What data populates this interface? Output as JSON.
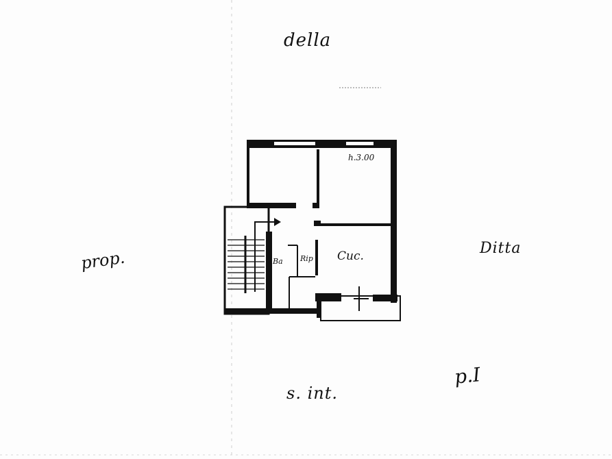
{
  "labels": {
    "top": "della",
    "left": "prop.",
    "right": "Ditta",
    "bottom": "s. int.",
    "floor": "p.I"
  },
  "rooms": {
    "height_note": "h.3.00",
    "kitchen": "Cuc.",
    "bath": "Ba",
    "storage": "Rip"
  },
  "colors": {
    "ink": "#111111",
    "paper": "#fdfdfd"
  }
}
